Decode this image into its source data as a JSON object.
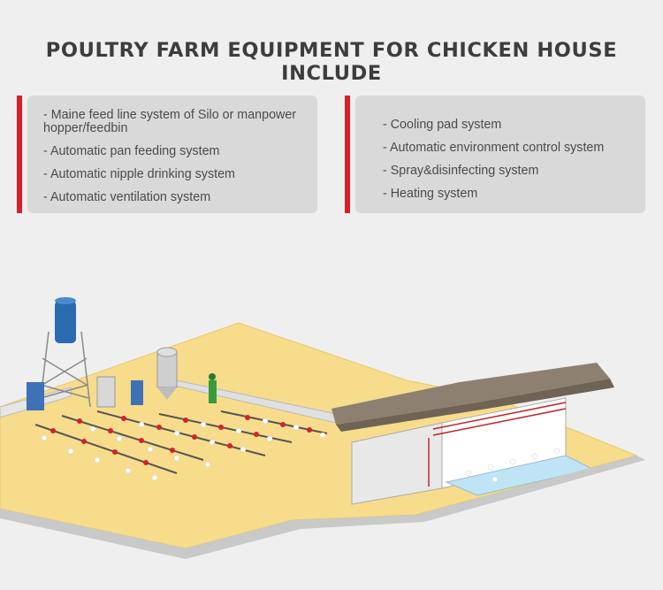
{
  "header": {
    "title": "POULTRY FARM EQUIPMENT FOR CHICKEN HOUSE INCLUDE"
  },
  "left_card": {
    "items": [
      "- Maine feed line system of Silo or manpower hopper/feedbin",
      "- Automatic pan feeding system",
      "- Automatic nipple drinking system",
      "- Automatic ventilation system"
    ]
  },
  "right_card": {
    "items": [
      "- Cooling pad system",
      "- Automatic environment control system",
      "- Spray&disinfecting system",
      "- Heating system"
    ]
  },
  "colors": {
    "accent": "#d6202a",
    "card_bg": "#d9d9d9",
    "floor": "#f7dc8c",
    "background": "#efefef"
  }
}
